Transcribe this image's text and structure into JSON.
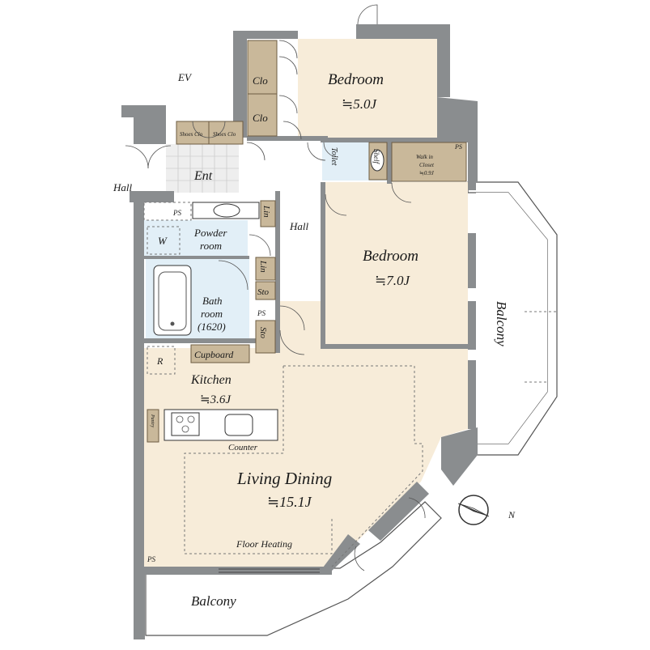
{
  "rooms": {
    "bedroom1": {
      "label": "Bedroom",
      "size": "≒5.0J"
    },
    "bedroom2": {
      "label": "Bedroom",
      "size": "≒7.0J"
    },
    "kitchen": {
      "label": "Kitchen",
      "size": "≒3.6J"
    },
    "living": {
      "label": "Living Dining",
      "size": "≒15.1J"
    },
    "powder": {
      "label_line1": "Powder",
      "label_line2": "room"
    },
    "bath": {
      "label_line1": "Bath",
      "label_line2": "room",
      "label_line3": "(1620)"
    },
    "walkin": {
      "label_line1": "Walk in",
      "label_line2": "Closet",
      "size": "≒0.9J"
    }
  },
  "labels": {
    "ev": "EV",
    "hall_outside": "Hall",
    "hall_inside": "Hall",
    "ent": "Ent",
    "balcony_right": "Balcony",
    "balcony_bottom": "Balcony",
    "clo_top": "Clo",
    "clo_bottom": "Clo",
    "shoes_clo_left": "Shoes Clo",
    "shoes_clo_right": "Shoes Clo",
    "toilet": "Toilet",
    "shelf": "Shelf",
    "lin_top": "Lin",
    "lin_mid": "Lin",
    "sto_top": "Sto",
    "sto_bottom": "Sto",
    "ps_top": "PS",
    "ps_walkin": "PS",
    "ps_mid": "PS",
    "ps_bottom": "PS",
    "w": "W",
    "r": "R",
    "cupboard": "Cupboard",
    "pantry": "Pantry",
    "counter": "Counter",
    "floor_heating": "Floor Heating",
    "compass_n": "N"
  }
}
